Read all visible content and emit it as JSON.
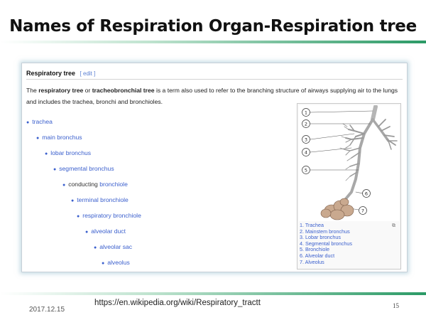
{
  "slide": {
    "title": "Names of Respiration Organ-Respiration tree",
    "date": "2017.12.15",
    "source_url": "https://en.wikipedia.org/wiki/Respiratory_tractt",
    "page_number": "15"
  },
  "article": {
    "section_title": "Respiratory tree",
    "edit_link": "[ edit ]",
    "intro": {
      "p1": "The ",
      "b1": "respiratory tree",
      "p2": " or ",
      "b2": "tracheobronchial tree",
      "p3": " is a term also used to refer to the branching structure of airways supplying air to the lungs and includes the trachea, bronchi and bronchioles."
    },
    "tree": [
      {
        "link": "trachea",
        "rest": ""
      },
      {
        "link": "main bronchus",
        "rest": ""
      },
      {
        "link": "lobar bronchus",
        "rest": ""
      },
      {
        "link": "segmental bronchus",
        "rest": ""
      },
      {
        "prefix": "conducting ",
        "link": "bronchiole"
      },
      {
        "link": "terminal bronchiole",
        "rest": ""
      },
      {
        "link": "respiratory bronchiole",
        "rest": ""
      },
      {
        "link": "alveolar duct",
        "rest": ""
      },
      {
        "link": "alveolar sac",
        "rest": ""
      },
      {
        "link": "alveolus",
        "rest": ""
      }
    ],
    "figure": {
      "callouts": [
        "1",
        "2",
        "3",
        "4",
        "5",
        "6",
        "7"
      ],
      "legend": [
        "1. Trachea",
        "2. Mainstem bronchus",
        "3. Lobar bronchus",
        "4. Segmental bronchus",
        "5. Bronchiole",
        "6. Alveolar duct",
        "7. Alveolus"
      ]
    }
  },
  "colors": {
    "link": "#3a5fcd",
    "accent_green": "#2b9a66",
    "panel_glow": "#96bece"
  }
}
